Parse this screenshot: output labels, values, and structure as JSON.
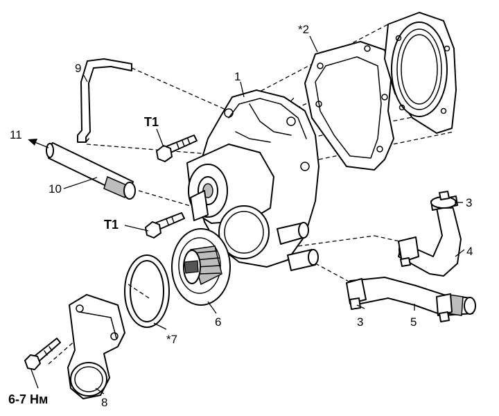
{
  "labels": {
    "water_pump": "1",
    "gasket": "*2",
    "clamp_upper": "3",
    "clamp_lower": "3",
    "hose_upper": "4",
    "hose_lower": "5",
    "thermostat": "6",
    "thermostat_gasket": "*7",
    "thermostat_cover": "8",
    "pipe_bracket": "9",
    "pipe": "10",
    "pipe_direction": "11",
    "torque_bolt_upper": "T1",
    "torque_bolt_middle": "T1",
    "torque_cover_bolt": "6-7 Нм"
  }
}
